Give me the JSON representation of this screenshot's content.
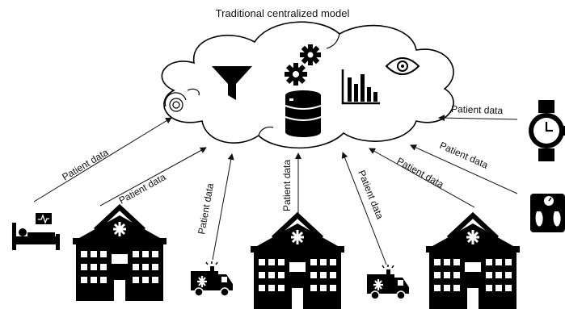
{
  "diagram": {
    "title": "Traditional centralized model",
    "arrow_labels": [
      "Patient data",
      "Patient data",
      "Patient data",
      "Patient data",
      "Patient data",
      "Patient data",
      "Patient data",
      "Patient data"
    ],
    "cloud_icons": [
      "filter-icon",
      "gears-icon",
      "database-icon",
      "bar-chart-icon",
      "eye-icon",
      "fingerprint-icon"
    ],
    "sources": [
      "patient-bed-monitor",
      "hospital",
      "ambulance",
      "hospital",
      "ambulance",
      "hospital",
      "smart-scale",
      "smartwatch"
    ],
    "colors": {
      "ink": "#000000",
      "background": "#ffffff"
    }
  }
}
